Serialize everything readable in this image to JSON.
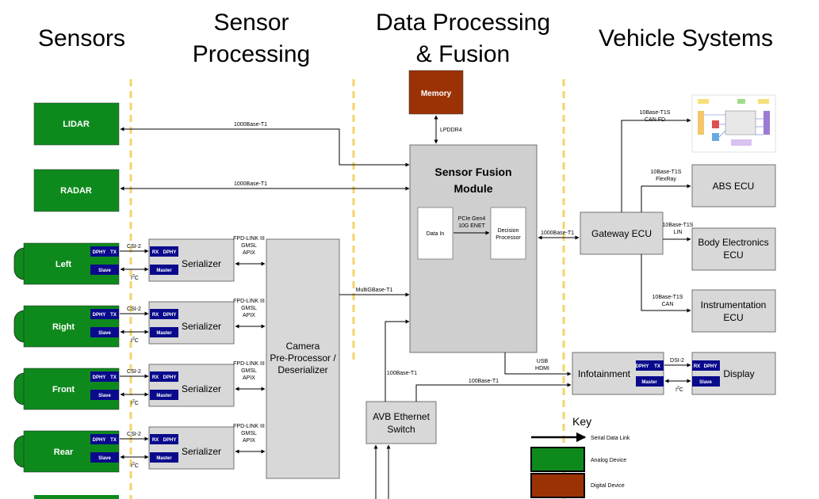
{
  "columns": {
    "sensors": "Sensors",
    "sensor_processing_1": "Sensor",
    "sensor_processing_2": "Processing",
    "data_processing_1": "Data Processing",
    "data_processing_2": "& Fusion",
    "vehicle_systems": "Vehicle Systems"
  },
  "sensors": {
    "lidar": "LIDAR",
    "radar": "RADAR",
    "cameras": [
      {
        "label": "Left"
      },
      {
        "label": "Right"
      },
      {
        "label": "Front"
      },
      {
        "label": "Rear"
      }
    ],
    "dphy": "DPHY",
    "tx": "TX",
    "slave": "Slave"
  },
  "serializer": {
    "label": "Serializer",
    "rx": "RX",
    "dphy": "DPHY",
    "master": "Master",
    "csi": "CSI-2",
    "i2c_base": "I",
    "i2c_sup": "2",
    "i2c_end": "C",
    "link_1": "FPD-LINK III",
    "link_2": "GMSL",
    "link_3": "APIX"
  },
  "camera_preproc": {
    "line1": "Camera",
    "line2": "Pre-Processor /",
    "line3": "Deserializer"
  },
  "memory": "Memory",
  "lpddr": "LPDDR4",
  "fusion": {
    "title1": "Sensor Fusion",
    "title2": "Module",
    "data_in": "Data In",
    "pcie1": "PCIe Gen4",
    "pcie2": "10G ENET",
    "decision1": "Decision",
    "decision2": "Processor"
  },
  "links": {
    "lidar": "1000Base-T1",
    "radar": "1000Base-T1",
    "multigbase": "MultiGBase-T1",
    "gateway": "1000Base-T1",
    "avb_up": "100Base-T1",
    "avb_info": "100Base-T1",
    "usb": "USB",
    "hdmi": "HDMI",
    "can_fd_1": "10Base-T1S",
    "can_fd_2": "CAN FD",
    "flexray_1": "10Base-T1S",
    "flexray_2": "FlexRay",
    "lin_1": "10Base-T1S",
    "lin_2": "LIN",
    "can_1": "10Base-T1S",
    "can_2": "CAN"
  },
  "avb": {
    "line1": "AVB Ethernet",
    "line2": "Switch"
  },
  "gateway": "Gateway ECU",
  "abs": "ABS ECU",
  "body1": "Body Electronics",
  "body2": "ECU",
  "instr1": "Instrumentation",
  "instr2": "ECU",
  "infotainment": {
    "label": "Infotainment",
    "dphy": "DPHY",
    "tx": "TX",
    "master": "Master",
    "dsi": "DSI-2"
  },
  "display": {
    "label": "Display",
    "rx": "RX",
    "dphy": "DPHY",
    "slave": "Slave"
  },
  "key": {
    "title": "Key",
    "serial": "Serial Data Link",
    "analog": "Analog Device",
    "digital": "Digital Device"
  },
  "colors": {
    "analog": "#0e8a1d",
    "digital": "#9b3206",
    "gray": "#d8d8d8",
    "navy": "#0a0a8c",
    "divider": "#f5d36a"
  }
}
